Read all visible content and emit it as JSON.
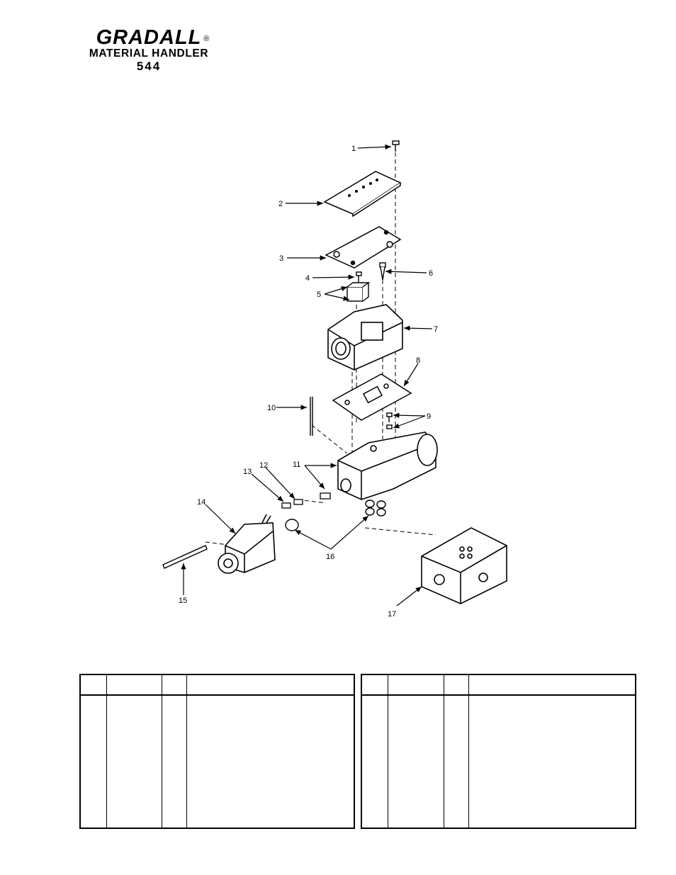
{
  "header": {
    "brand": "GRADALL",
    "registered_mark": "®",
    "subtitle": "MATERIAL HANDLER",
    "model": "544"
  },
  "diagram": {
    "callouts": [
      "1",
      "2",
      "3",
      "4",
      "5",
      "6",
      "7",
      "8",
      "9",
      "10",
      "11",
      "12",
      "13",
      "14",
      "15",
      "16",
      "17"
    ]
  },
  "tables": {
    "left": {
      "columns": [
        "",
        "",
        "",
        ""
      ]
    },
    "right": {
      "columns": [
        "",
        "",
        "",
        ""
      ]
    }
  }
}
